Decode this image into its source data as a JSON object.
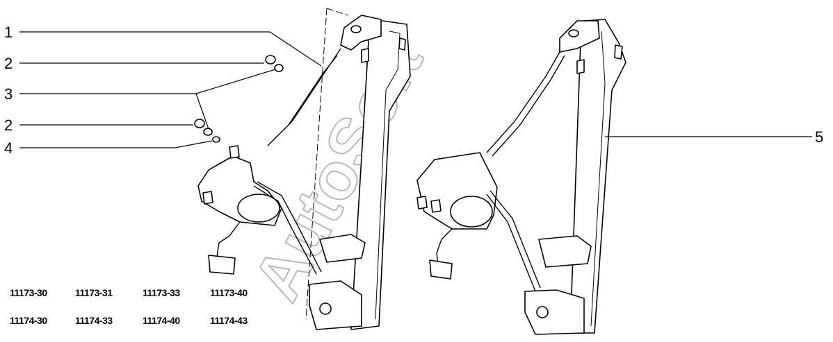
{
  "callouts": {
    "c1": "1",
    "c2a": "2",
    "c3": "3",
    "c2b": "2",
    "c4": "4",
    "c5": "5"
  },
  "models": {
    "row1": [
      "11173-30",
      "11173-31",
      "11173-33",
      "11173-40"
    ],
    "row2": [
      "11174-30",
      "11174-33",
      "11174-40",
      "11174-43"
    ]
  },
  "watermark": "AutoSoft"
}
